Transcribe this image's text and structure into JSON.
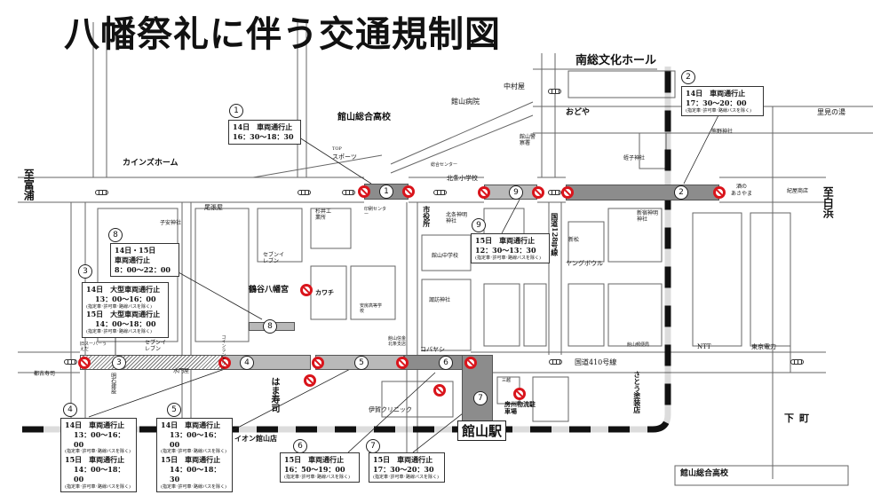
{
  "title": "八幡祭礼に伴う交通規制図",
  "callouts": [
    {
      "num": "1",
      "day1": "14日　車両通行止",
      "time1": "16：30～18：30"
    },
    {
      "num": "2",
      "day1": "14日　車両通行止",
      "time1": "17：30～20：00",
      "note": "(指定車･許可車･路線バスを除く)"
    },
    {
      "num": "3",
      "day1": "14日　大型車両通行止",
      "time1": "13：00～16：00",
      "note": "(指定車･許可車･路線バスを除く)",
      "day2": "15日　大型車両通行止",
      "time2": "14：00～18：00"
    },
    {
      "num": "4",
      "day1": "14日　車両通行止",
      "time1": "13：00～16：00",
      "note": "(指定車･許可車･路線バスを除く)",
      "day2": "15日　車両通行止",
      "time2": "14：00～18：00"
    },
    {
      "num": "5",
      "day1": "14日　車両通行止",
      "time1": "13：00～16：00",
      "note": "(指定車･許可車･路線バスを除く)",
      "day2": "15日　車両通行止",
      "time2": "14：00～18：30"
    },
    {
      "num": "6",
      "day1": "15日　車両通行止",
      "time1": "16：50～19：00",
      "note": "(指定車･許可車･路線バスを除く)"
    },
    {
      "num": "7",
      "day1": "15日　車両通行止",
      "time1": "17：30～20：30",
      "note": "(指定車･許可車･路線バスを除く)"
    },
    {
      "num": "8",
      "day1": "14日・15日",
      "day2": "車両通行止",
      "time1": "8：00～22：00"
    },
    {
      "num": "9",
      "day1": "15日　車両通行止",
      "time1": "12：30～13：30",
      "note": "(指定車･許可車･路線バスを除く)"
    }
  ],
  "landmarks": {
    "bunka_hall": "南総文化ホール",
    "nakamuraya": "中村屋",
    "hospital": "館山病院",
    "sogo_high": "館山総合高校",
    "cainz": "カインズホーム",
    "top_sports_1": "TOP",
    "top_sports_2": "スポーツ",
    "odoya": "おどや",
    "police": "館山警察署",
    "hojo_elem": "北条小学校",
    "sogo_center": "総合センター",
    "ebisu": "蛭子神社",
    "kumano": "熊野神社",
    "satomi": "里見の湯",
    "to_shirahama": "至白浜",
    "to_tomiura": "至富浦",
    "asayama_1": "酒の",
    "asayama_2": "あさやま",
    "kiya": "紀屋商店",
    "owariya": "尾張屋",
    "koyasu": "子安神社",
    "sugii": "杉井工業所",
    "center": "印刷センター",
    "city_hall": "市役所",
    "hojo_shinmei": "北条神明神社",
    "shinjuku_shinmei": "新宿神明神社",
    "seven1": "セブンイレブン",
    "hachimangu": "鶴谷八幡宮",
    "kawachi": "カワチ",
    "awa_high": "安房高等学校",
    "junior_high": "館山中学校",
    "shinmatsu": "新松",
    "young_bowl": "ヤングボウル",
    "route128": "国道128号線",
    "suwa": "諏訪神社",
    "kobayashi": "コバヤシ",
    "post": "館山郵便局",
    "ntt": "NTT",
    "tepco": "東京電力",
    "route410": "国道410号線",
    "ueda": "旧スーパーうえだ",
    "seven2": "セブンイレブン",
    "laundry": "コインランドリー",
    "suimonya": "水門屋",
    "sushi_left": "都古寿司",
    "akashi": "明石建設",
    "hamazushi": "はま寿司",
    "aeon": "イオン館山店",
    "iga": "伊賀クリニック",
    "station": "館山駅",
    "mitsukoshi": "三越",
    "parking": "房州物流駐車場",
    "sato": "さとう塗装店",
    "shimocho": "下町",
    "sogo_high2": "館山総合高校",
    "shinkin": "館山信金北条支店"
  }
}
